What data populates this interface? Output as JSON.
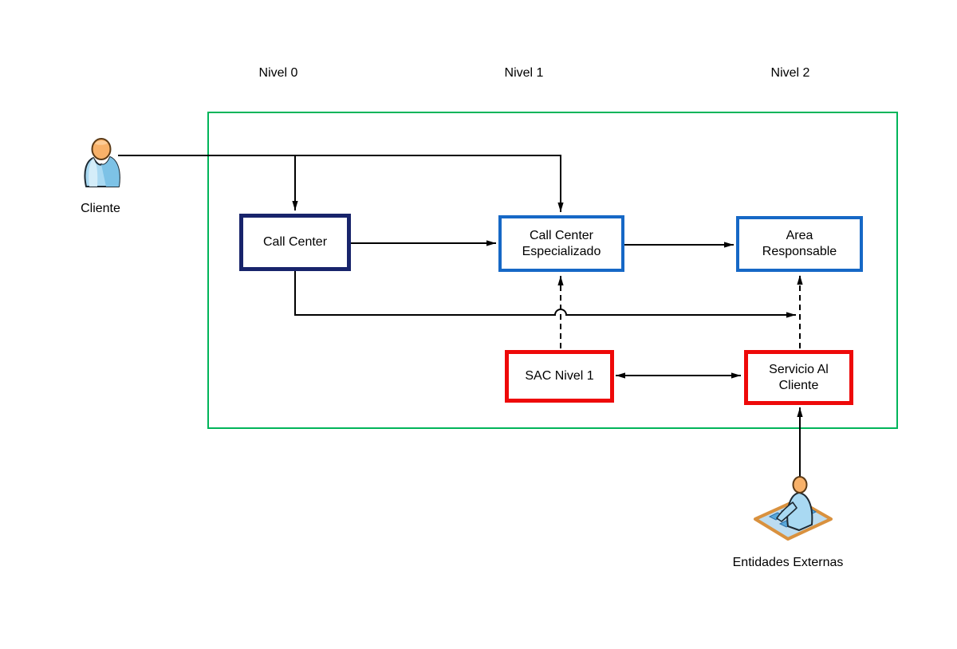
{
  "diagram": {
    "kind": "escalation-flow",
    "lanes": [
      {
        "label": "Nivel 0"
      },
      {
        "label": "Nivel 1"
      },
      {
        "label": "Nivel 2"
      }
    ],
    "actors": [
      {
        "id": "cliente",
        "label": "Cliente",
        "icon": "person-icon"
      },
      {
        "id": "entidades_externas",
        "label": "Entidades Externas",
        "icon": "person-at-desk-icon"
      }
    ],
    "nodes": [
      {
        "id": "call_center",
        "label": "Call Center",
        "border_color": "#18246b",
        "lane": "Nivel 0"
      },
      {
        "id": "call_center_especializado",
        "label": "Call Center\nEspecializado",
        "border_color": "#1668c6",
        "lane": "Nivel 1"
      },
      {
        "id": "area_responsable",
        "label": "Area\nResponsable",
        "border_color": "#1668c6",
        "lane": "Nivel 2"
      },
      {
        "id": "sac_nivel_1",
        "label": "SAC Nivel 1",
        "border_color": "#ee0909",
        "lane": "Nivel 1"
      },
      {
        "id": "servicio_al_cliente",
        "label": "Servicio Al\nCliente",
        "border_color": "#ee0909",
        "lane": "Nivel 2"
      }
    ],
    "edges": [
      {
        "from": "cliente",
        "to": "call_center",
        "style": "solid",
        "direction": "one-way"
      },
      {
        "from": "cliente",
        "to": "call_center_especializado",
        "style": "solid",
        "direction": "one-way"
      },
      {
        "from": "call_center",
        "to": "call_center_especializado",
        "style": "solid",
        "direction": "one-way"
      },
      {
        "from": "call_center_especializado",
        "to": "area_responsable",
        "style": "solid",
        "direction": "one-way"
      },
      {
        "from": "call_center",
        "to": "area_responsable",
        "style": "solid",
        "direction": "one-way"
      },
      {
        "from": "sac_nivel_1",
        "to": "call_center_especializado",
        "style": "dashed",
        "direction": "one-way"
      },
      {
        "from": "servicio_al_cliente",
        "to": "area_responsable",
        "style": "dashed",
        "direction": "one-way"
      },
      {
        "from": "sac_nivel_1",
        "to": "servicio_al_cliente",
        "style": "solid",
        "direction": "two-way"
      },
      {
        "from": "entidades_externas",
        "to": "servicio_al_cliente",
        "style": "solid",
        "direction": "one-way"
      }
    ],
    "colors": {
      "boundary_green": "#00b55a",
      "navy_border": "#18246b",
      "blue_border": "#1668c6",
      "red_border": "#ee0909",
      "line_black": "#000000",
      "background": "#ffffff"
    }
  }
}
